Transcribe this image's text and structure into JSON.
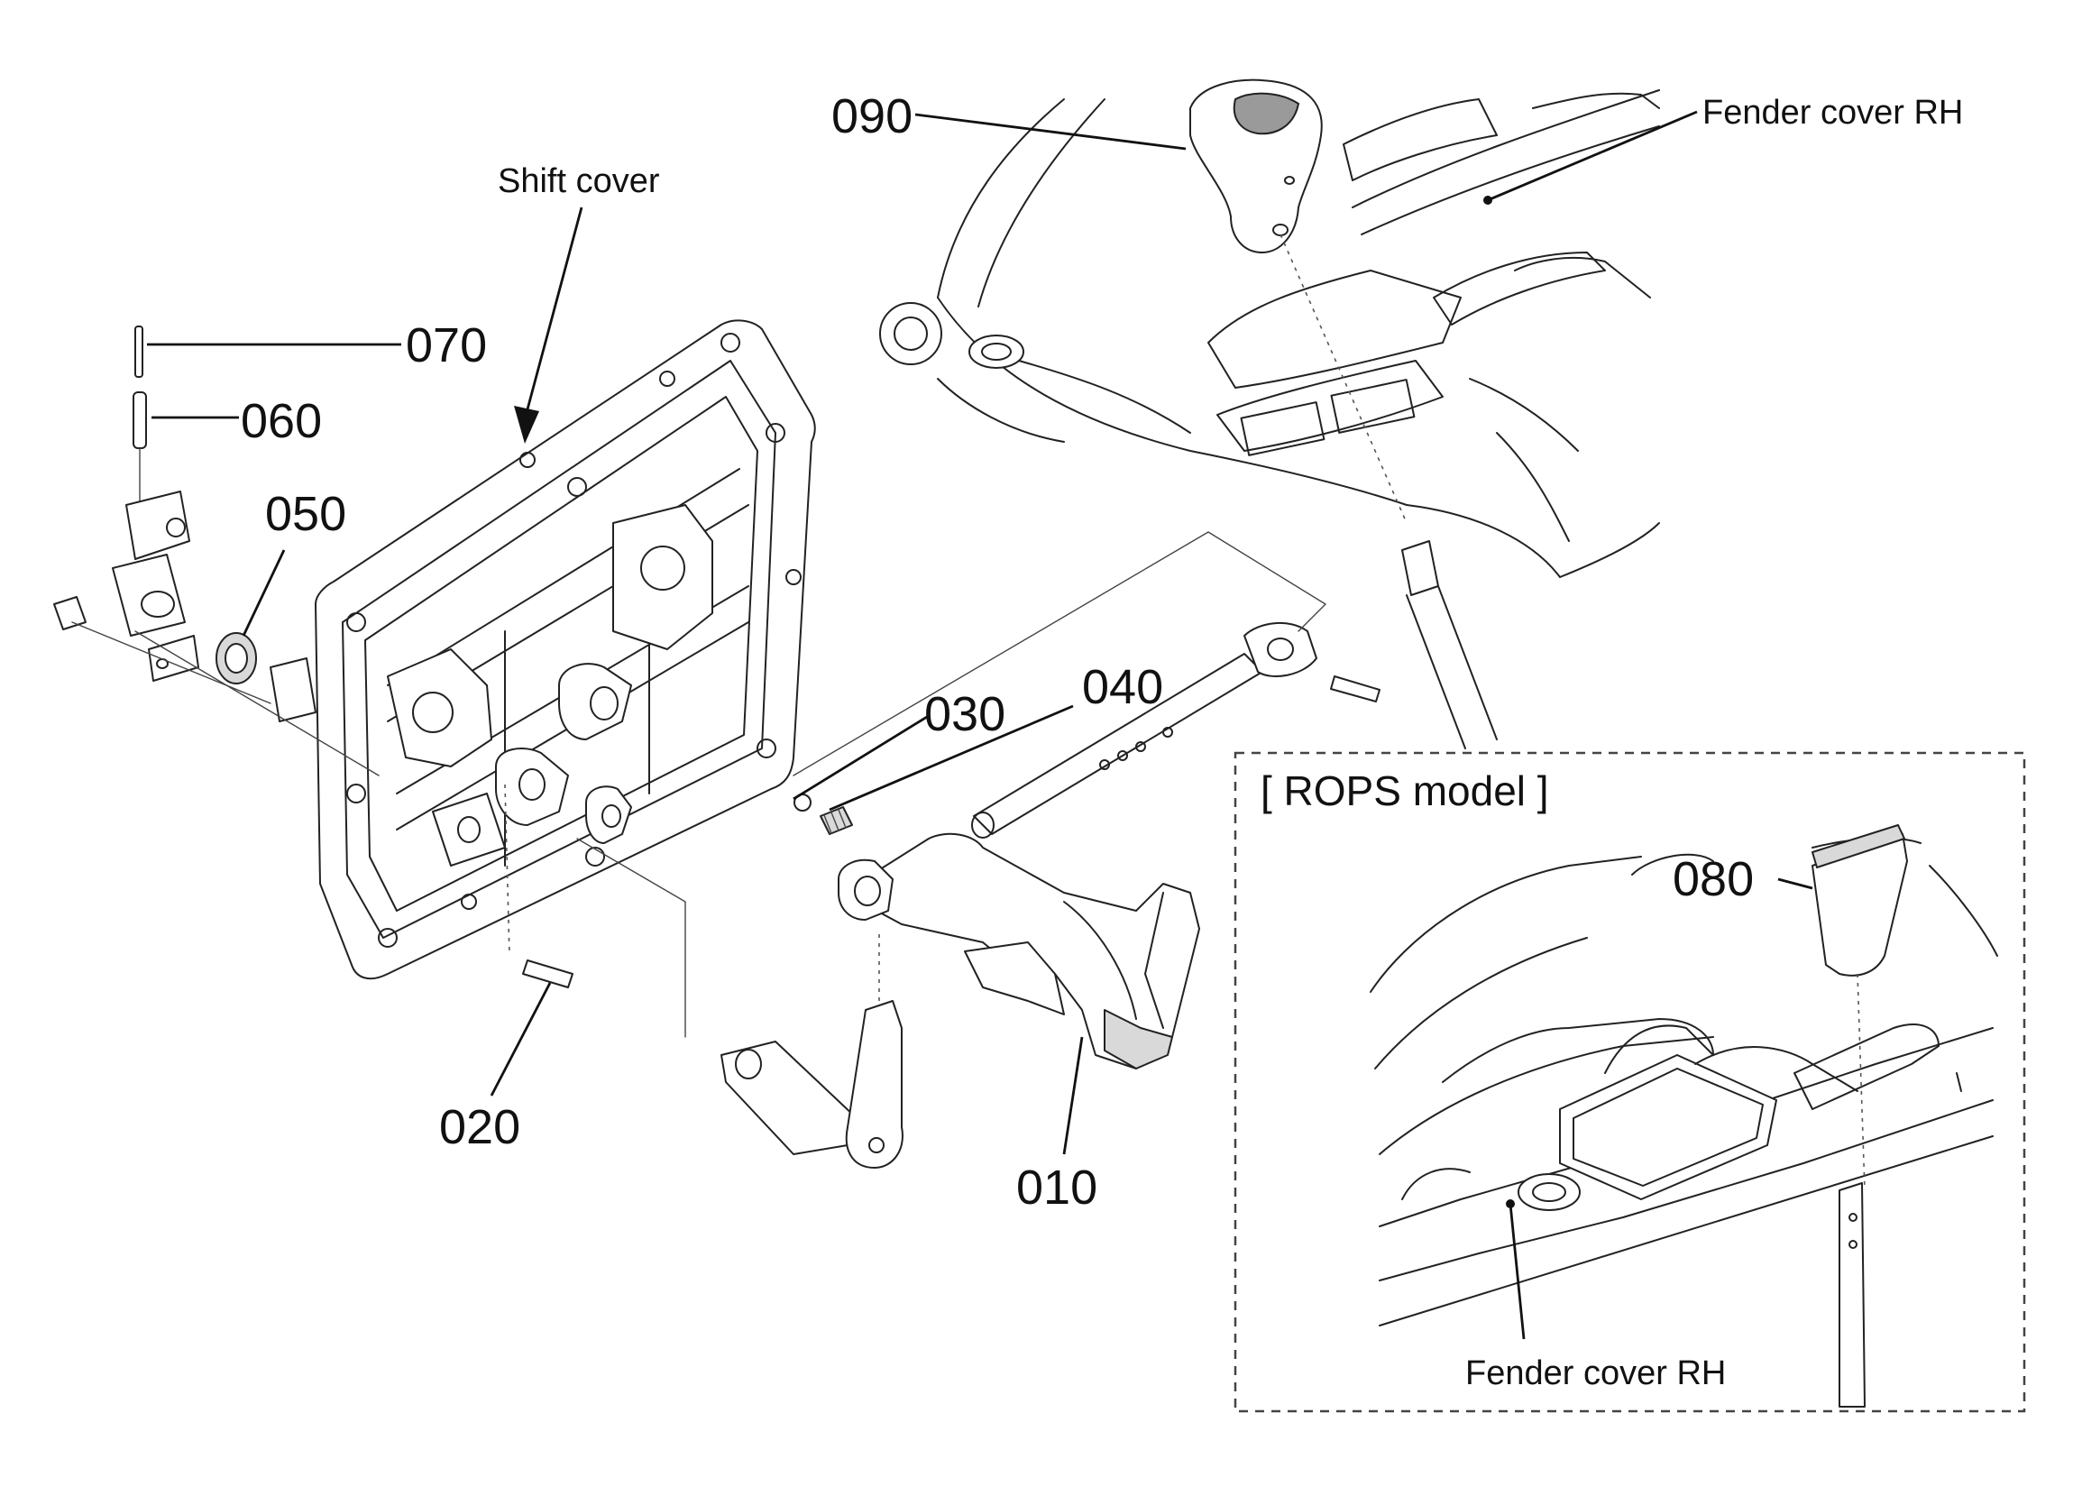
{
  "callouts": {
    "shift_cover": "Shift cover",
    "fender_cover_top": "Fender cover RH",
    "fender_cover_inset": "Fender cover RH"
  },
  "inset": {
    "title": "[ ROPS model ]"
  },
  "parts": {
    "p010": "010",
    "p020": "020",
    "p030": "030",
    "p040": "040",
    "p050": "050",
    "p060": "060",
    "p070": "070",
    "p080": "080",
    "p090": "090"
  }
}
